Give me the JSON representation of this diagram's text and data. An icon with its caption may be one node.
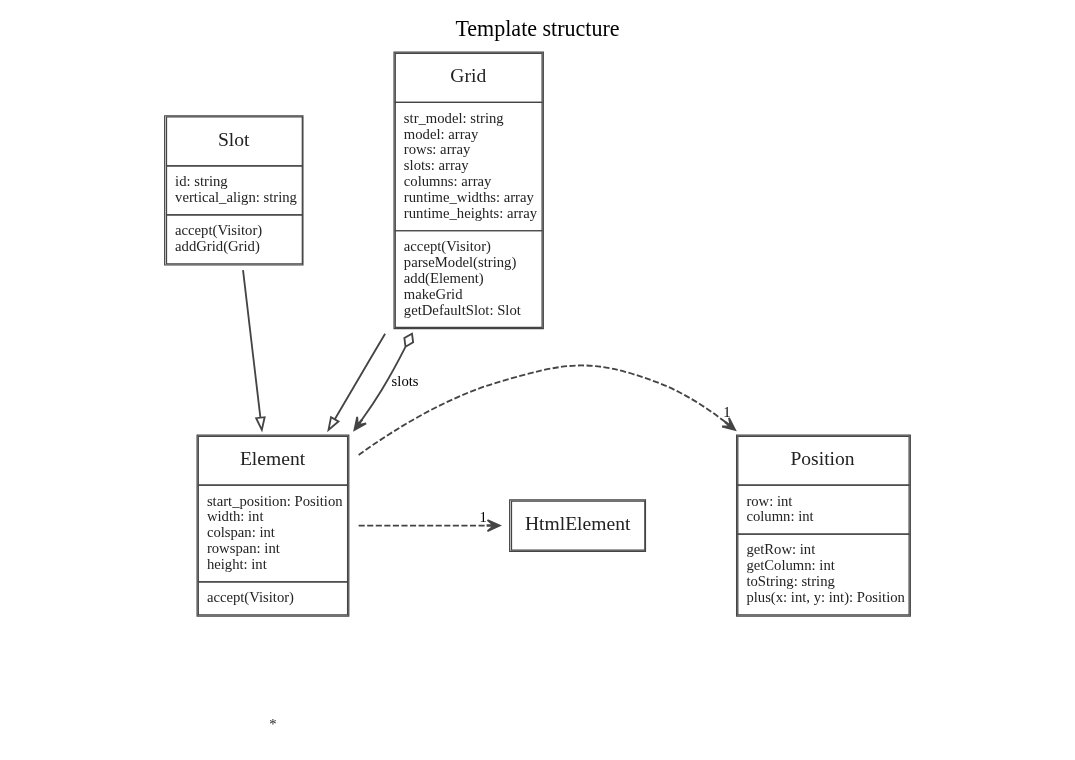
{
  "diagram": {
    "title": "Template structure",
    "nodes": [
      {
        "text": [
          "Position",
          "row: int",
          "column: int",
          "getRow: int",
          "getColumn: int",
          "toString: string",
          "plus(x: int, y: int): Position"
        ]
      },
      {
        "text": [
          "Element",
          "start_position: Position",
          "width: int",
          "colspan: int",
          "rowspan: int",
          "height: int",
          "accept(Visitor)"
        ]
      },
      {
        "text": [
          "HtmlElement"
        ]
      },
      {
        "text": [
          "Slot",
          "id: string",
          "vertical_align: string",
          "accept(Visitor)",
          "addGrid(Grid)"
        ]
      },
      {
        "text": [
          "Grid",
          "str_model: string",
          "model: array",
          "rows: array",
          "slots: array",
          "columns: array",
          "runtime_widths: array",
          "runtime_heights: array",
          "accept(Visitor)",
          "parseModel(string)",
          "add(Element)",
          "makeGrid",
          "getDefaultSlot: Slot"
        ]
      }
    ],
    "edges": [
      {
        "from": 1,
        "to": 0,
        "arrow": "to",
        "label": "1",
        "style": "dashed"
      },
      {
        "from": 1,
        "to": 2,
        "arrow": "to",
        "label": "1",
        "style": "dashed"
      },
      {
        "from": 3,
        "to": 1,
        "arrow": "to"
      },
      {
        "from": 4,
        "to": 1,
        "arrow": "to"
      },
      {
        "from": 4,
        "to": 1,
        "arrow": "to",
        "label": "slots"
      }
    ],
    "labels": [
      "*"
    ]
  }
}
